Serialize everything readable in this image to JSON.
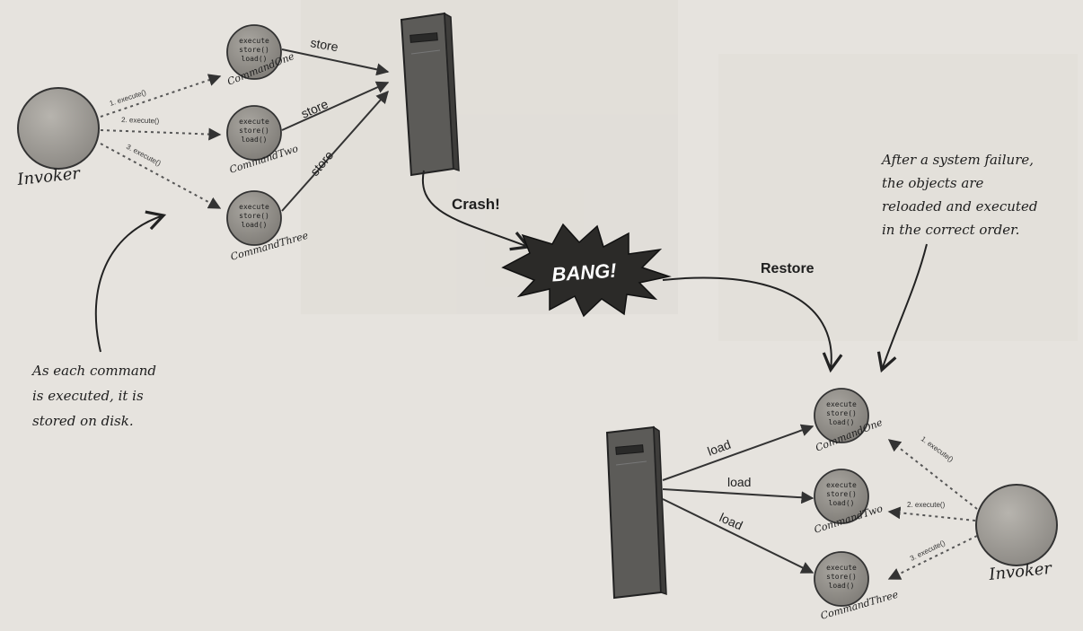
{
  "left_scene": {
    "invoker_label": "Invoker",
    "calls": [
      "1. execute()",
      "2. execute()",
      "3. execute()"
    ],
    "commands": [
      "CommandOne",
      "CommandTwo",
      "CommandThree"
    ],
    "method_lines": [
      "execute",
      "store()",
      "load()"
    ],
    "store_label": "store"
  },
  "crash_label": "Crash!",
  "bang_label": "BANG!",
  "restore_label": "Restore",
  "right_scene": {
    "invoker_label": "Invoker",
    "calls": [
      "1. execute()",
      "2. execute()",
      "3. execute()"
    ],
    "commands": [
      "CommandOne",
      "CommandTwo",
      "CommandThree"
    ],
    "method_lines": [
      "execute",
      "store()",
      "load()"
    ],
    "load_label": "load"
  },
  "notes": {
    "store_note": [
      "As each command",
      "is executed, it is",
      "stored on disk."
    ],
    "restore_note": [
      "After a system failure,",
      "the objects are",
      "reloaded and executed",
      "in the correct order."
    ]
  },
  "colors": {
    "background": "#e6e3de",
    "invoker_fill": "#9a9791",
    "command_fill": "#8e8b86",
    "disk_fill": "#5c5b58",
    "ink": "#1e1e1e"
  }
}
